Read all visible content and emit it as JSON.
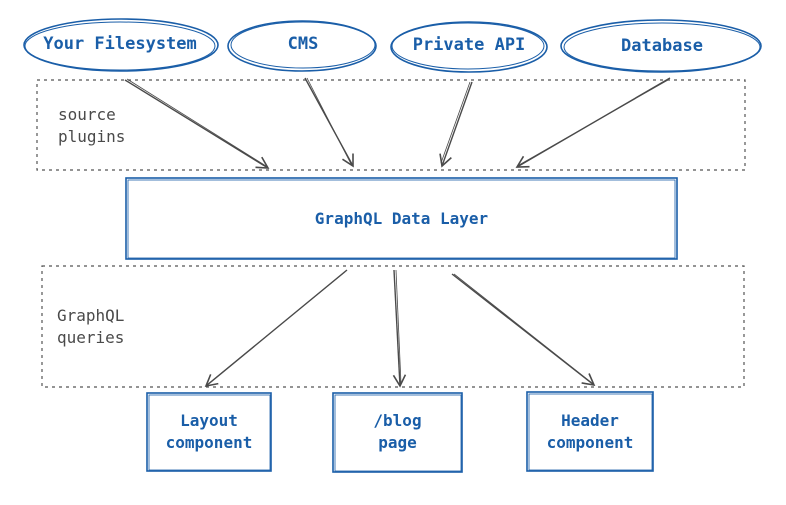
{
  "colors": {
    "accent": "#1a5ea8",
    "arrow": "#4a4a4a",
    "dashed": "#555555"
  },
  "sources": [
    {
      "label": "Your Filesystem"
    },
    {
      "label": "CMS"
    },
    {
      "label": "Private API"
    },
    {
      "label": "Database"
    }
  ],
  "source_plugins_label": "source\nplugins",
  "data_layer_label": "GraphQL Data Layer",
  "queries_label": "GraphQL\nqueries",
  "outputs": [
    {
      "label": "Layout\ncomponent"
    },
    {
      "label": "/blog\npage"
    },
    {
      "label": "Header\ncomponent"
    }
  ]
}
